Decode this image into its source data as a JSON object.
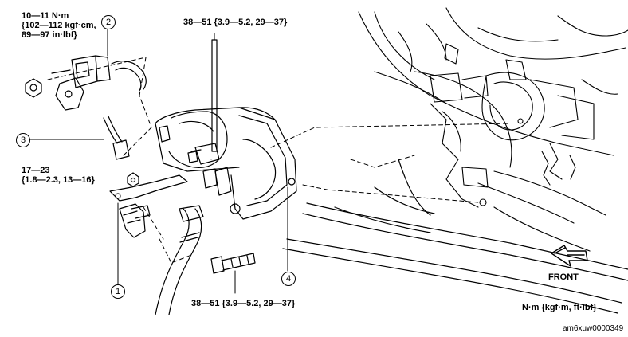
{
  "torque_specs": {
    "nut_2": [
      "10—11 N·m",
      "{102—112 kgf·cm,",
      "89—97 in·lbf}"
    ],
    "bolt_upper": "38—51 {3.9—5.2, 29—37}",
    "nut_3": [
      "17—23",
      "{1.8—2.3, 13—16}"
    ],
    "bolt_lower": "38—51 {3.9—5.2, 29—37}"
  },
  "callouts": {
    "c1": "1",
    "c2": "2",
    "c3": "3",
    "c4": "4"
  },
  "front_label": "FRONT",
  "units_note": "N·m {kgf·m, ft·lbf}",
  "image_code": "am6xuw0000349"
}
